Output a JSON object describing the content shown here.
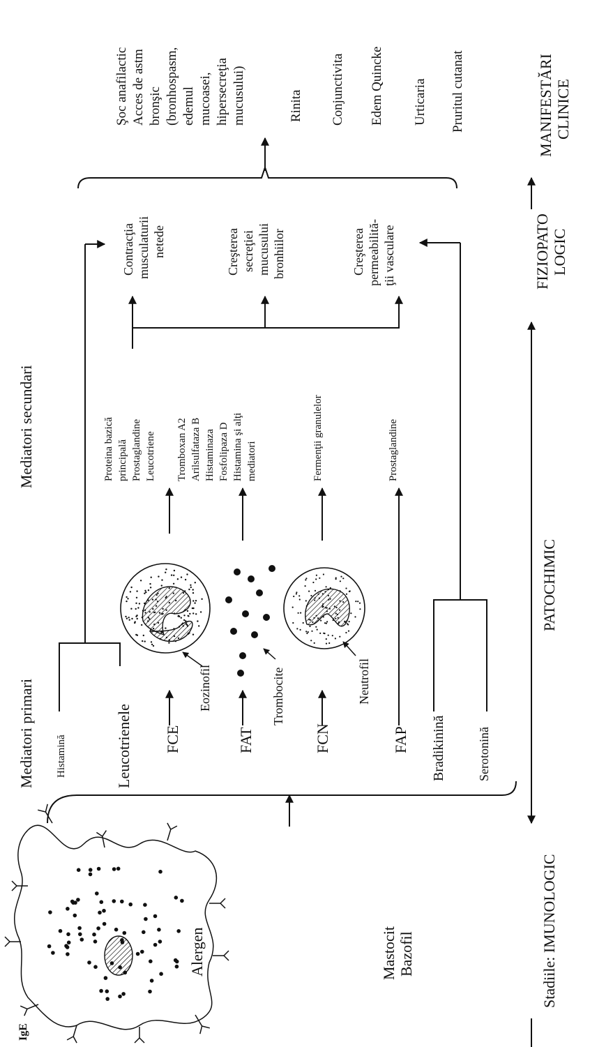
{
  "header": {
    "stages_label": "Stadiile: IMUNOLOGIC",
    "stage_patochimic": "PATOCHIMIC",
    "stage_fiziopatologic_1": "FIZIOPATO",
    "stage_fiziopatologic_2": "LOGIC",
    "stage_clinic_1": "MANIFESTĂRI",
    "stage_clinic_2": "CLINICE"
  },
  "mast_cell": {
    "allergen": "Alergen",
    "ige": "IgE",
    "mastocit": "Mastocit",
    "bazofil": "Bazofil"
  },
  "mediators": {
    "primary_title": "Mediatori primari",
    "secondary_title": "Mediatori secundari",
    "histamina": "Histamină",
    "leucotrienele": "Leucotrienele",
    "fce": "FCE",
    "fat": "FAT",
    "fcn": "FCN",
    "fap": "FAP",
    "bradikinina": "Bradikinină",
    "serotonina": "Serotonină"
  },
  "cells": {
    "eozinofil": "Eozinofil",
    "trombocite": "Trombocite",
    "neutrofil": "Neutrofil"
  },
  "secondary_fce": [
    "Proteina bazică",
    "principală",
    "Prostaglandine",
    "Leucotriene"
  ],
  "secondary_fat": [
    "Tromboxan A2",
    "Arilsulfataza B",
    "Histaminaza",
    "Fosfolipaza D",
    "Histamina şi alţi",
    "mediatori"
  ],
  "secondary_fcn": [
    "Fermenţii granulelor"
  ],
  "secondary_fap": [
    "Prostaglandine"
  ],
  "effects": {
    "contractia": [
      "Contracţia",
      "musculaturii",
      "netede"
    ],
    "secretia": [
      "Creşterea",
      "secreţiei",
      "mucusului",
      "bronhiilor"
    ],
    "permeabilitatea": [
      "Creşterea",
      "permeabilită-",
      "ţii vasculare"
    ]
  },
  "clinical": {
    "soc": [
      "Şoc anafilactic",
      "Acces de astm",
      "bronşic",
      "(bronhospasm,",
      "edemul",
      "mucoasei,",
      "hipersecreţia",
      "mucusului)"
    ],
    "rinita": "Rinita",
    "conjunctivita": "Conjunctivita",
    "edem": "Edem Quincke",
    "urticaria": "Urticaria",
    "prurit": "Pruritul cutanat"
  }
}
